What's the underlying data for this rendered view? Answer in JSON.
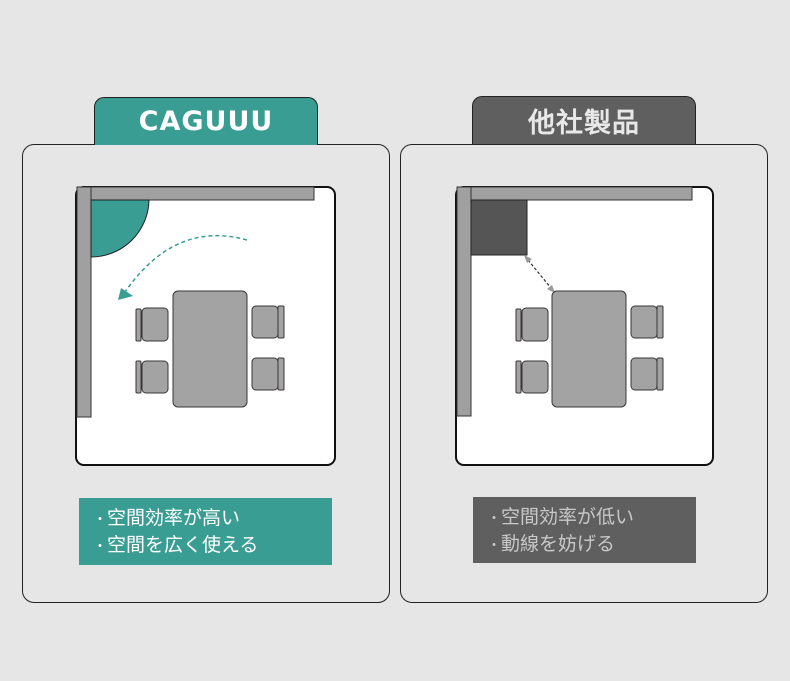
{
  "colors": {
    "accent": "#3a9d93",
    "other": "#5f5f5f",
    "wall": "#a0a0a0",
    "furniture": "#a3a3a3",
    "cabinet": "#555555"
  },
  "left": {
    "label": "CAGUUU",
    "points": [
      "空間効率が高い",
      "空間を広く使える"
    ]
  },
  "right": {
    "label": "他社製品",
    "points": [
      "空間効率が低い",
      "動線を妨げる"
    ]
  }
}
